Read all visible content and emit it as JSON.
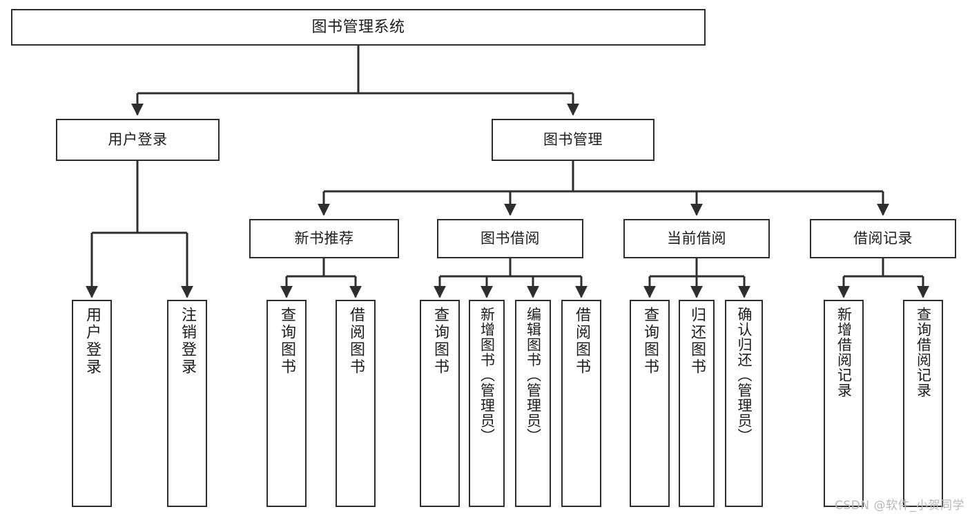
{
  "diagram": {
    "title": "图书管理系统",
    "type": "tree-hierarchy",
    "watermark": "CSDN @软件_小贺同学",
    "colors": {
      "background": "#ffffff",
      "node_border": "#2e2e2e",
      "node_fill": "#ffffff",
      "edge": "#2e2e2e",
      "text": "#1d1d1d",
      "watermark": "#b8b8b8"
    },
    "nodes": {
      "root": {
        "label": "图书管理系统"
      },
      "level2": [
        {
          "id": "user-login",
          "label": "用户登录"
        },
        {
          "id": "book-manage",
          "label": "图书管理"
        }
      ],
      "level3": [
        {
          "id": "new-book-recommend",
          "label": "新书推荐"
        },
        {
          "id": "book-borrow",
          "label": "图书借阅"
        },
        {
          "id": "current-borrow",
          "label": "当前借阅"
        },
        {
          "id": "borrow-record",
          "label": "借阅记录"
        }
      ],
      "leaves": {
        "user_login": [
          {
            "id": "leaf-user-login",
            "label": "用户登录"
          },
          {
            "id": "leaf-logout-login",
            "label": "注销登录"
          }
        ],
        "new_book_recommend": [
          {
            "id": "leaf-query-book-1",
            "label": "查询图书"
          },
          {
            "id": "leaf-borrow-book-1",
            "label": "借阅图书"
          }
        ],
        "book_borrow": [
          {
            "id": "leaf-query-book-2",
            "label": "查询图书"
          },
          {
            "id": "leaf-add-book",
            "label": "新增图书（管理员）"
          },
          {
            "id": "leaf-edit-book",
            "label": "编辑图书（管理员）"
          },
          {
            "id": "leaf-borrow-book-2",
            "label": "借阅图书"
          }
        ],
        "current_borrow": [
          {
            "id": "leaf-query-book-3",
            "label": "查询图书"
          },
          {
            "id": "leaf-return-book",
            "label": "归还图书"
          },
          {
            "id": "leaf-confirm-return",
            "label": "确认归还（管理员）"
          }
        ],
        "borrow_record": [
          {
            "id": "leaf-add-record",
            "label": "新增借阅记录"
          },
          {
            "id": "leaf-query-record",
            "label": "查询借阅记录"
          }
        ]
      }
    }
  }
}
